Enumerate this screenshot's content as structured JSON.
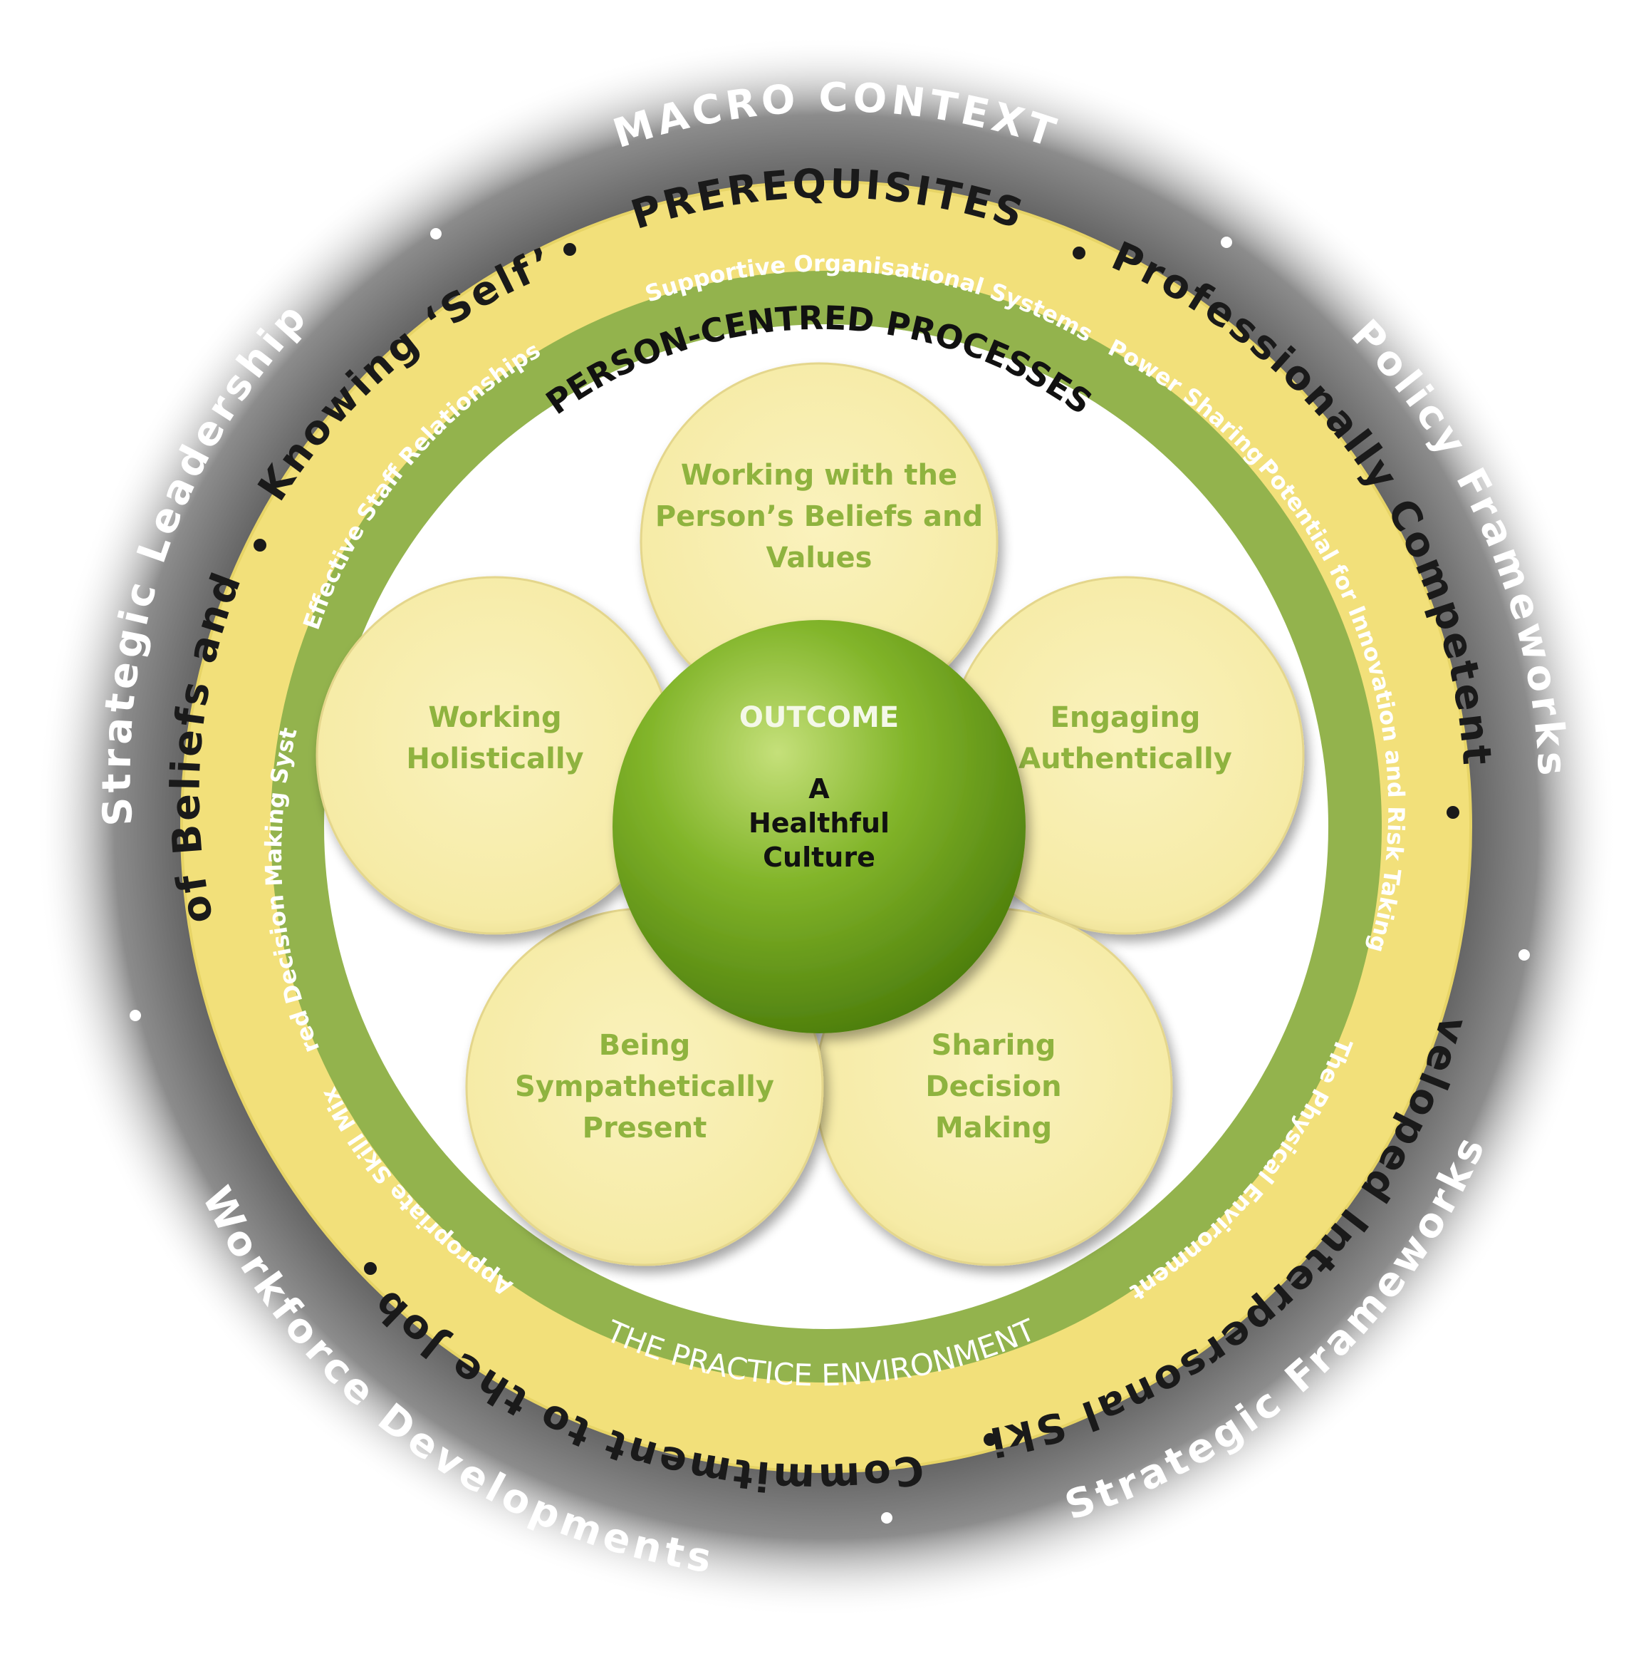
{
  "colors": {
    "outer_ring": "#6b6b6b",
    "prereq_ring": "#f2e07a",
    "practice_ring": "#93b34d",
    "petal_fill": "#f8eeae",
    "petal_text": "#8fb33f",
    "outcome_green": "#6aa11a"
  },
  "macro_context": {
    "title": "MACRO CONTEXT",
    "items": [
      "Strategic Leadership",
      "Workforce Developments",
      "Strategic Frameworks",
      "Policy Frameworks"
    ]
  },
  "prerequisites": {
    "title": "PREREQUISITES",
    "items": [
      "Professionally Competent",
      "Developed Interpersonal Skills",
      "Commitment to the Job",
      "Clarity of Beliefs and Values",
      "Knowing ‘Self’"
    ]
  },
  "practice_environment": {
    "title": "THE PRACTICE ENVIRONMENT",
    "items": [
      "Supportive Organisational Systems",
      "Power Sharing",
      "Potential for Innovation and Risk Taking",
      "The Physical Environment",
      "Appropriate Skill Mix",
      "Shared Decision Making Systems",
      "Effective Staff Relationships"
    ]
  },
  "processes": {
    "title": "PERSON-CENTRED PROCESSES",
    "petals": [
      {
        "lines": [
          "Working with the",
          "Person’s Beliefs and",
          "Values"
        ]
      },
      {
        "lines": [
          "Engaging",
          "Authentically"
        ]
      },
      {
        "lines": [
          "Sharing",
          "Decision",
          "Making"
        ]
      },
      {
        "lines": [
          "Being",
          "Sympathetically",
          "Present"
        ]
      },
      {
        "lines": [
          "Working",
          "Holistically"
        ]
      }
    ]
  },
  "outcome": {
    "title": "OUTCOME",
    "lines": [
      "A",
      "Healthful",
      "Culture"
    ]
  }
}
